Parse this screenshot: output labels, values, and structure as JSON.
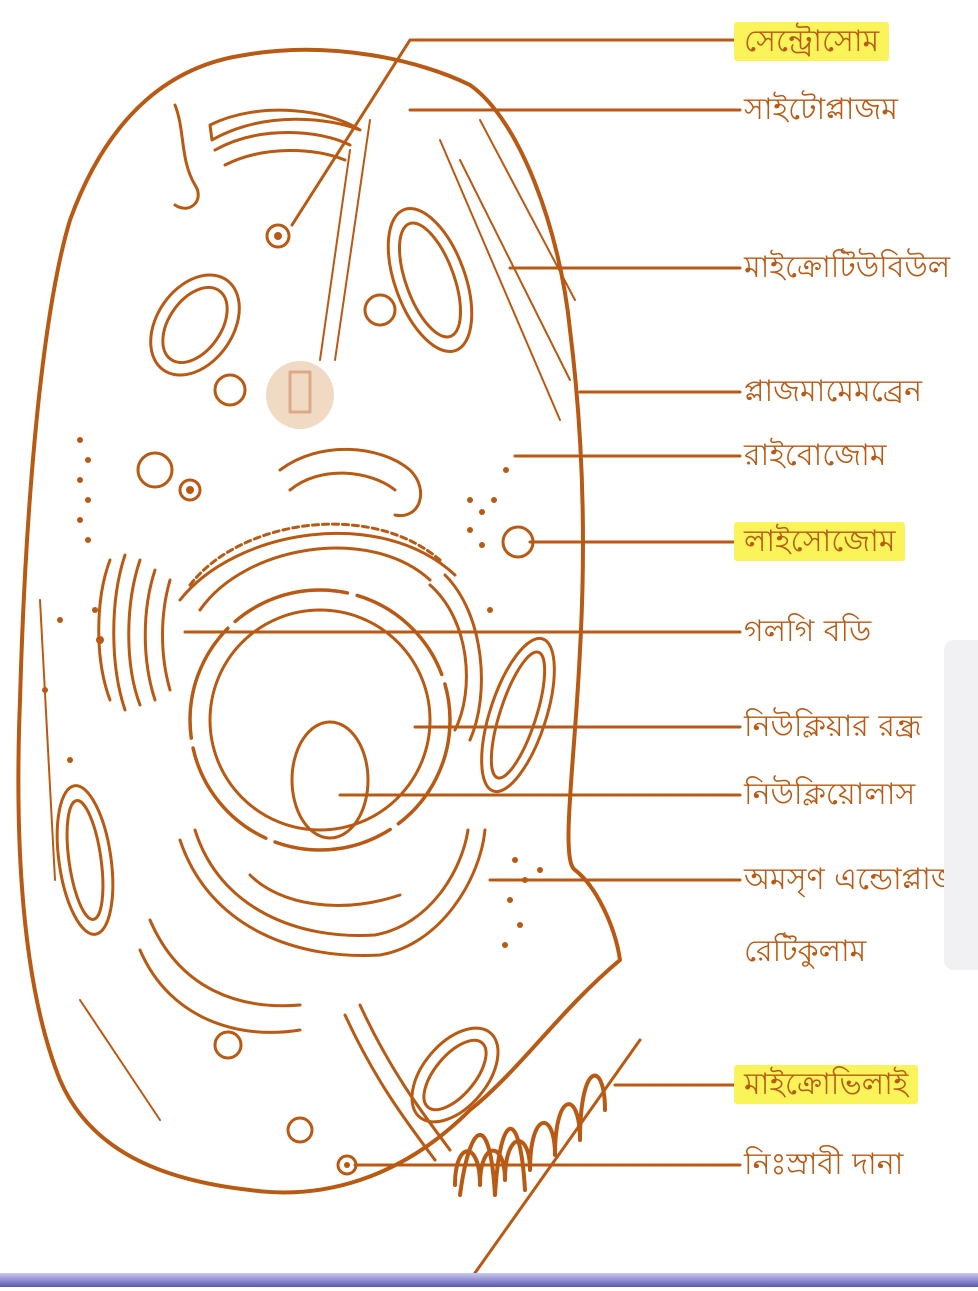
{
  "diagram": {
    "colors": {
      "stroke": "#b85a14",
      "label_text": "#b85a14",
      "highlight": "#fbf35a",
      "background": "#ffffff"
    },
    "labels": {
      "centrosome": "সেন্ট্রোসোম",
      "cytoplasm": "সাইটোপ্লাজম",
      "microtubule": "মাইক্রোটিউবিউল",
      "plasma_membrane": "প্লাজমামেমব্রেন",
      "ribosome": "রাইবোজোম",
      "lysosome": "লাইসোজোম",
      "golgi_body": "গলগি বডি",
      "nuclear_pore": "নিউক্লিয়ার রন্ধ্র",
      "nucleolus": "নিউক্লিয়োলাস",
      "smooth_er_line1": "অমসৃণ এন্ডোপ্লাজমিক",
      "smooth_er_line2": "রেটিকুলাম",
      "microvilli": "মাইক্রোভিলাই",
      "secretory_granule": "নিঃস্রাবী দানা"
    }
  }
}
